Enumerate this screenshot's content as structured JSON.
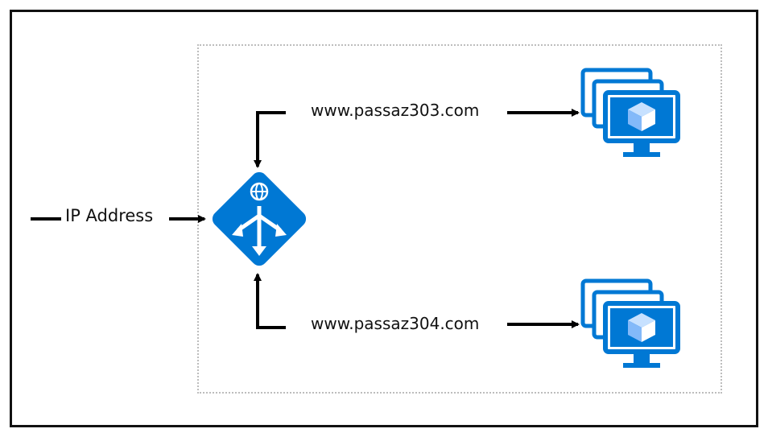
{
  "input": {
    "label": "IP Address"
  },
  "gateway": {
    "icon": "application-gateway-icon"
  },
  "routes": [
    {
      "host": "www.passaz303.com",
      "target_icon": "vm-scale-set-icon"
    },
    {
      "host": "www.passaz304.com",
      "target_icon": "vm-scale-set-icon"
    }
  ],
  "colors": {
    "azure_blue": "#0078d4",
    "azure_light": "#83b9f9",
    "line": "#000000",
    "region_border": "#bdbdbd"
  }
}
